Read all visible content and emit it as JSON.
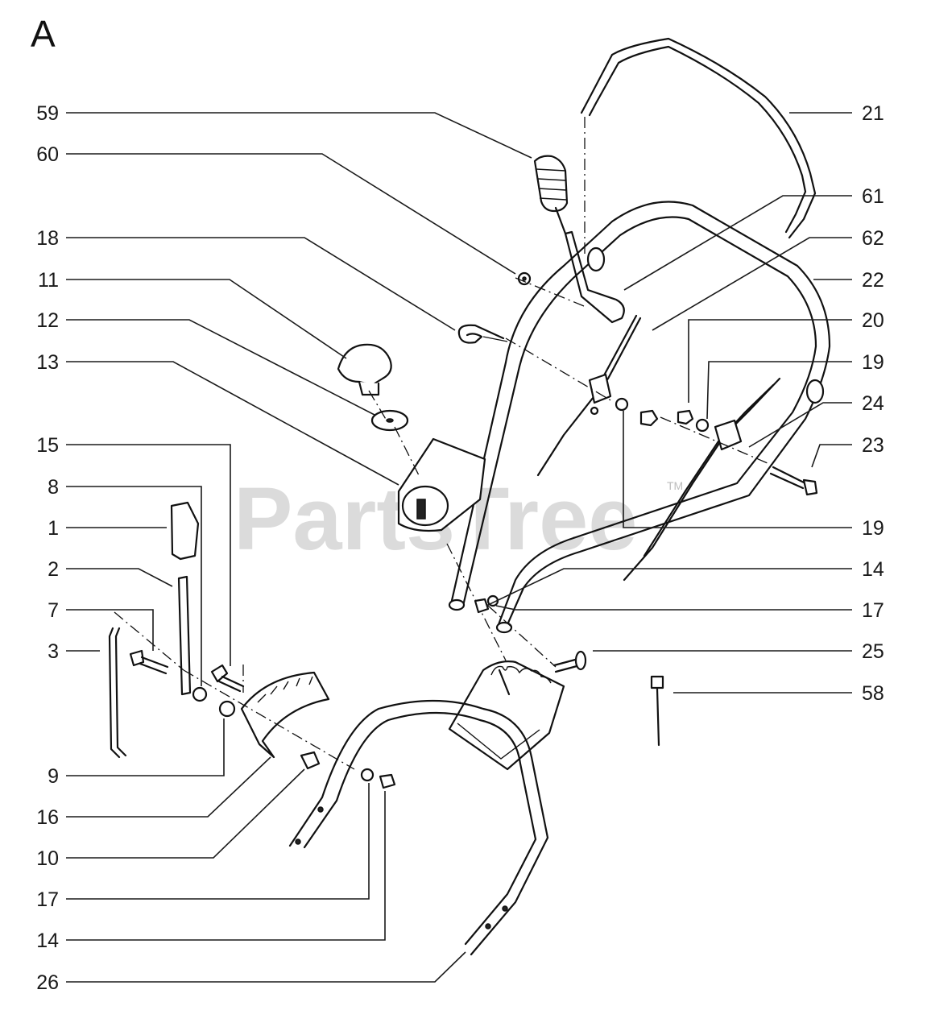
{
  "section_letter": "A",
  "watermark": {
    "text": "PartsTree",
    "tm": "TM"
  },
  "callouts_left": [
    "59",
    "60",
    "18",
    "11",
    "12",
    "13",
    "15",
    "8",
    "1",
    "2",
    "7",
    "3",
    "9",
    "16",
    "10",
    "17",
    "14",
    "26"
  ],
  "callouts_right": [
    "21",
    "61",
    "62",
    "22",
    "20",
    "19",
    "24",
    "23",
    "19",
    "14",
    "17",
    "25",
    "58"
  ]
}
